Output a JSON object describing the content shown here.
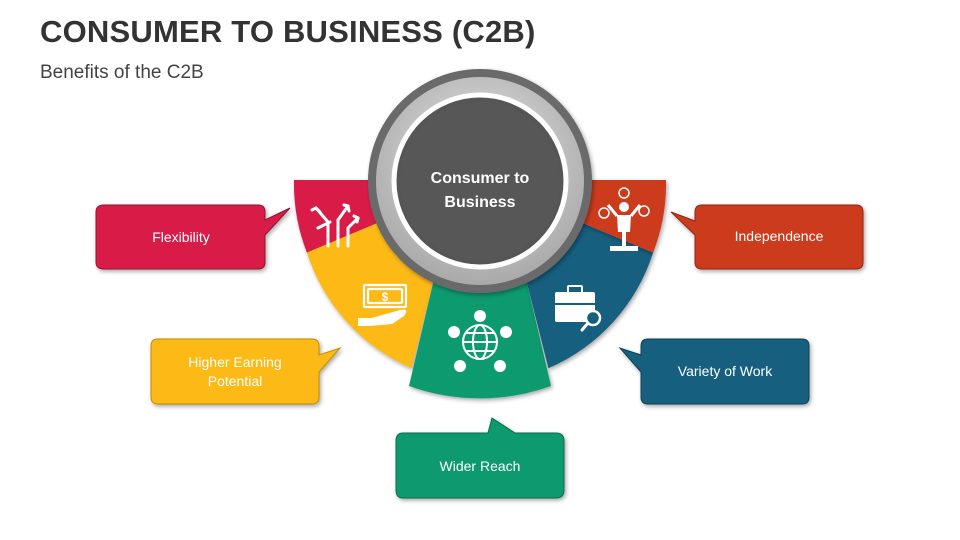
{
  "title": "CONSUMER TO BUSINESS (C2B)",
  "subtitle": "Benefits of the C2B",
  "hub": {
    "line1": "Consumer to",
    "line2": "Business"
  },
  "benefits": [
    {
      "label": "Flexibility",
      "color": "#D81B47",
      "icon": "arrows-direction-icon"
    },
    {
      "label_line1": "Higher Earning",
      "label_line2": "Potential",
      "color": "#FDB914",
      "icon": "money-hand-icon"
    },
    {
      "label": "Wider Reach",
      "color": "#0E9A6E",
      "icon": "global-network-icon"
    },
    {
      "label": "Variety of Work",
      "color": "#155F7F",
      "icon": "briefcase-search-icon"
    },
    {
      "label": "Independence",
      "color": "#CC3B1D",
      "icon": "person-winner-icon"
    }
  ]
}
